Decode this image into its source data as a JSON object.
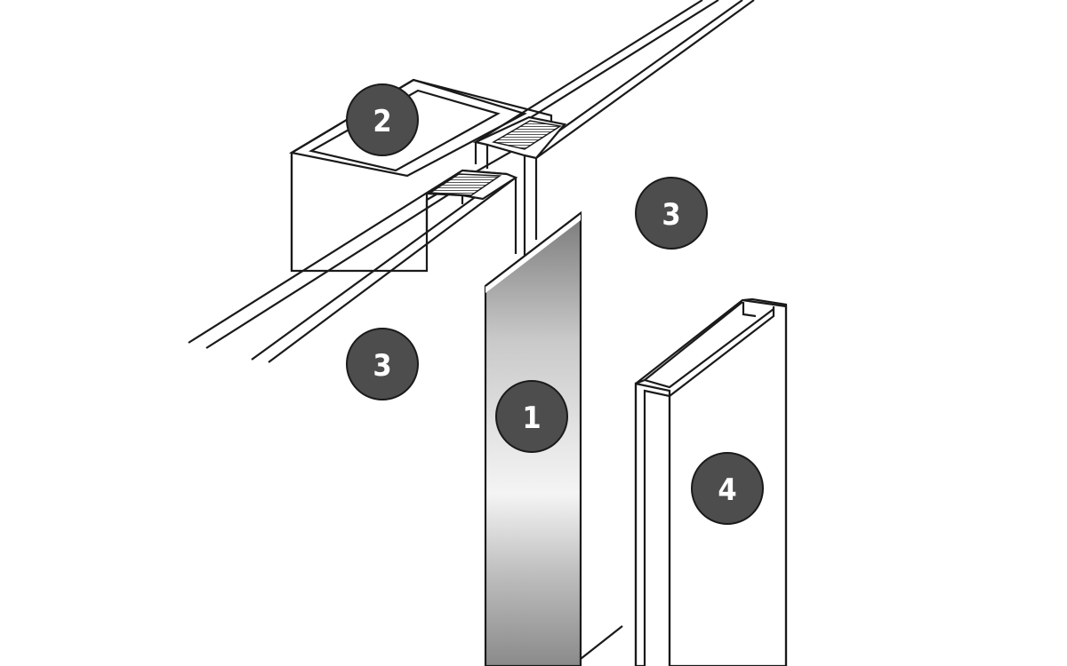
{
  "callouts": [
    {
      "id": "1",
      "label": "1"
    },
    {
      "id": "2",
      "label": "2"
    },
    {
      "id": "3a",
      "label": "3"
    },
    {
      "id": "3b",
      "label": "3"
    },
    {
      "id": "4",
      "label": "4"
    }
  ],
  "colors": {
    "line": "#1a1a1a",
    "badge_fill": "#4d4d4d",
    "badge_text": "#ffffff",
    "panel_gradient_dark": "#7a7a7a",
    "panel_gradient_light": "#f4f4f4"
  }
}
